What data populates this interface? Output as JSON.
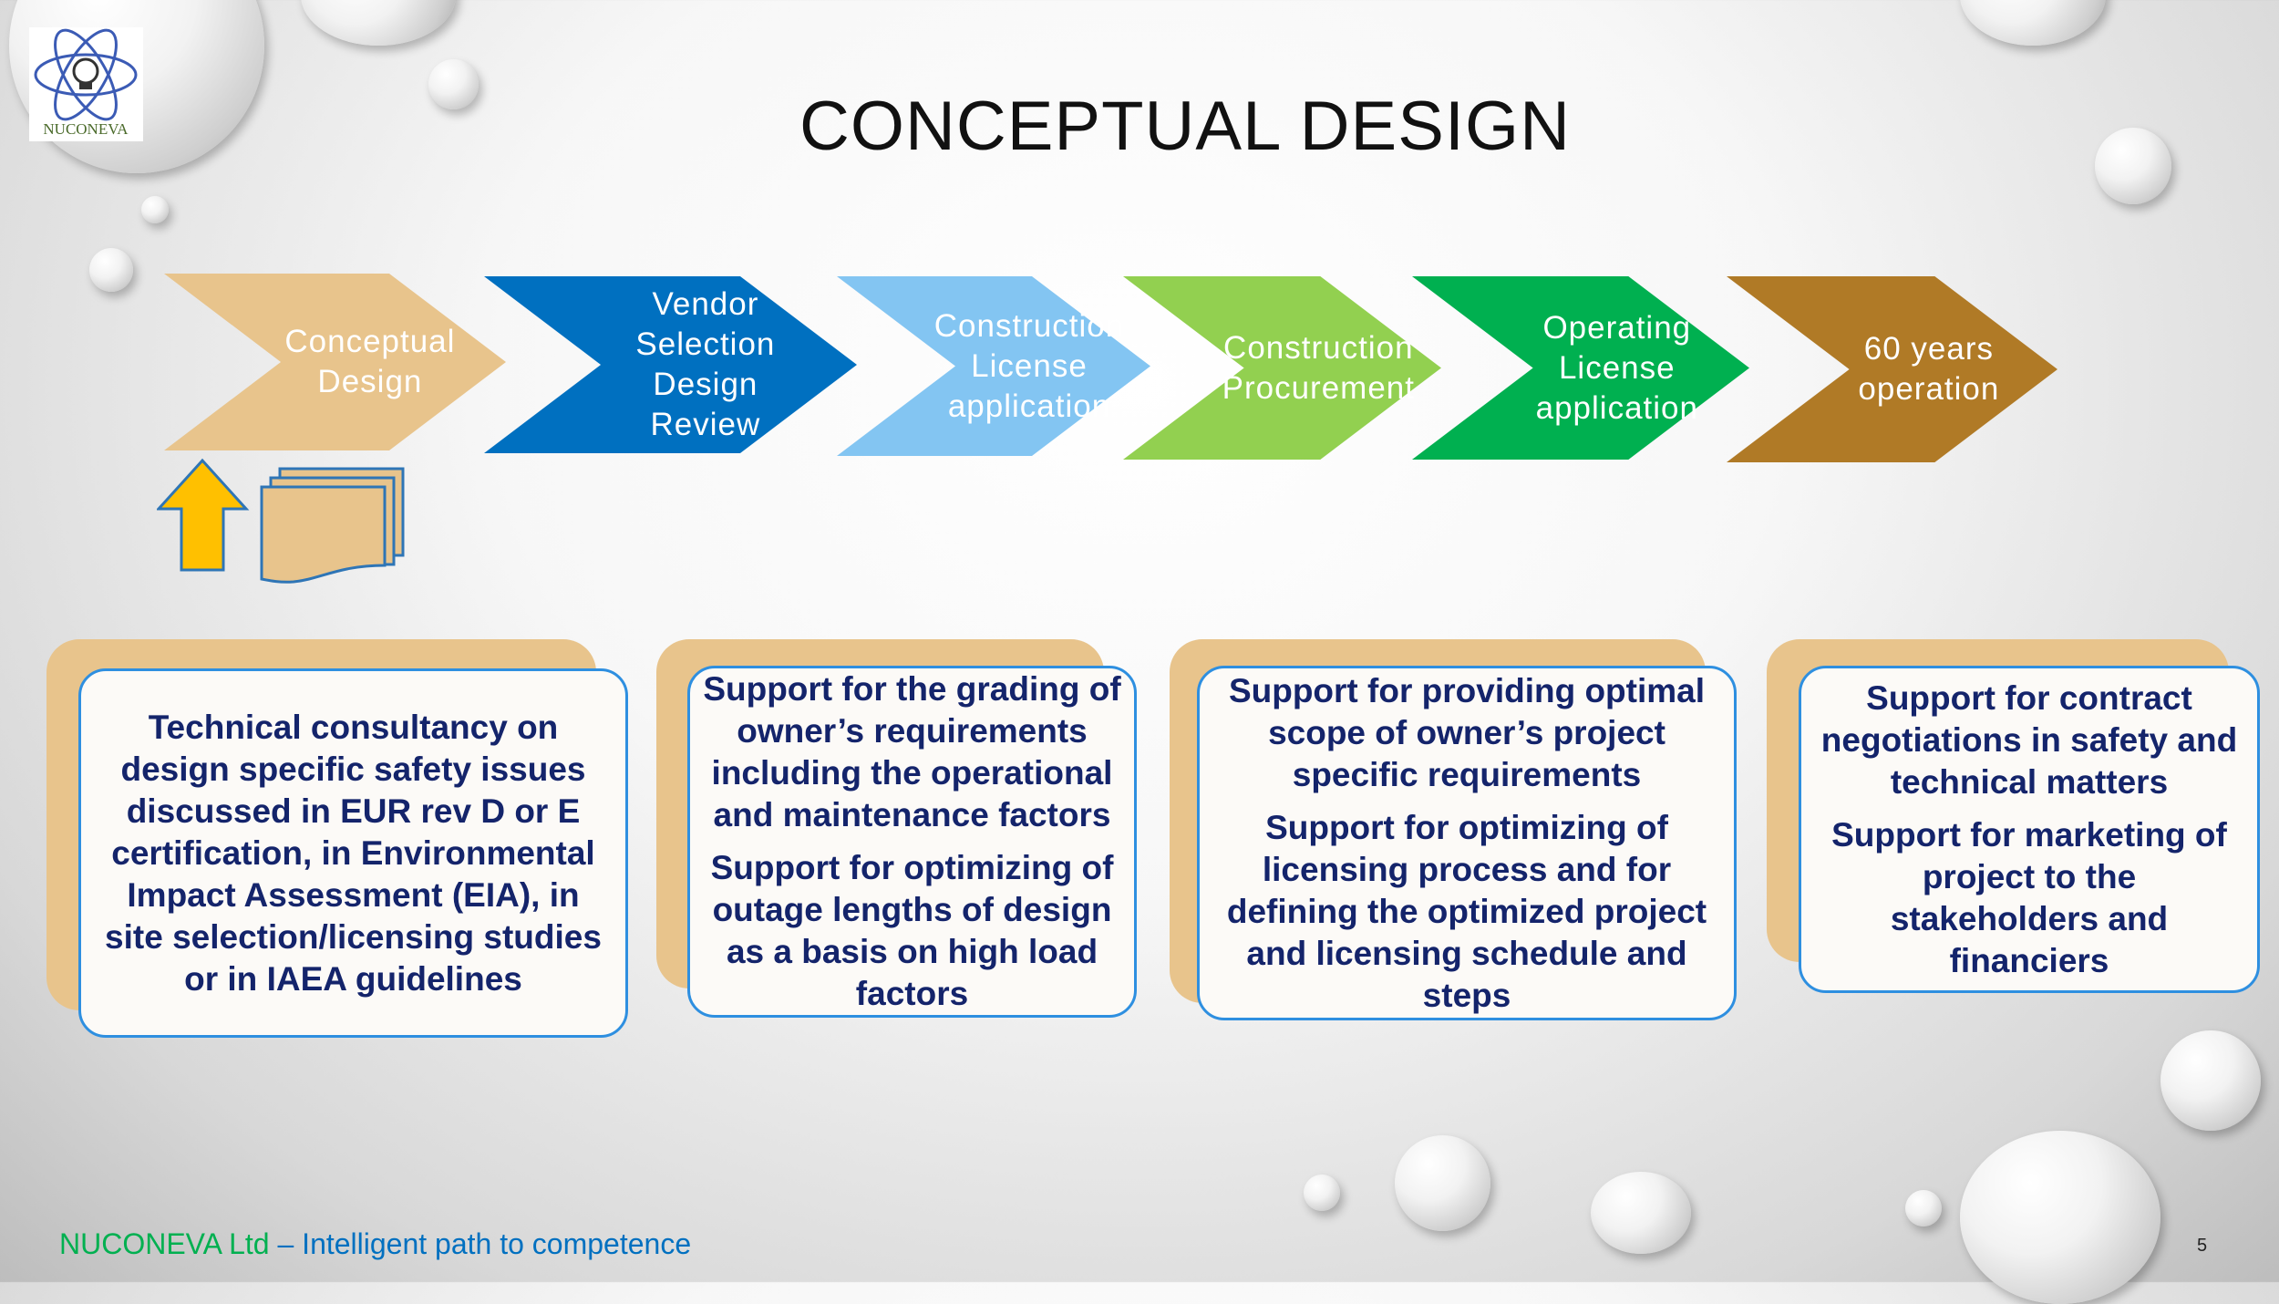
{
  "logo": {
    "text": "NUCONEVA"
  },
  "title": "CONCEPTUAL DESIGN",
  "process_steps": [
    {
      "lines": [
        "Conceptual",
        "Design"
      ],
      "color": "#e8c48c"
    },
    {
      "lines": [
        "Vendor",
        "Selection",
        "Design",
        "Review"
      ],
      "color": "#0070c0"
    },
    {
      "lines": [
        "Construction",
        "License",
        "application"
      ],
      "color": "#83c5f2"
    },
    {
      "lines": [
        "Construction",
        "Procurement"
      ],
      "color": "#92d050"
    },
    {
      "lines": [
        "Operating",
        "License",
        "application"
      ],
      "color": "#00b050"
    },
    {
      "lines": [
        "60 years",
        "operation"
      ],
      "color": "#b07a26"
    }
  ],
  "boxes": [
    {
      "paragraphs": [
        "Technical consultancy on design specific safety issues discussed in EUR rev D or E certification, in Environmental Impact Assessment (EIA), in site selection/licensing studies or in IAEA guidelines"
      ]
    },
    {
      "paragraphs": [
        "Support for the grading of owner’s requirements including the operational and maintenance factors",
        "Support for optimizing of outage lengths of design as a basis on high load factors"
      ]
    },
    {
      "paragraphs": [
        "Support for providing optimal scope of owner’s project specific requirements",
        "Support for optimizing of licensing process and for defining the optimized project and licensing schedule and steps"
      ]
    },
    {
      "paragraphs": [
        "Support for contract negotiations in safety and technical matters",
        "Support for marketing of project to the stakeholders and financiers"
      ]
    }
  ],
  "footer": {
    "company": "NUCONEVA Ltd",
    "separator": " – ",
    "tagline": "Intelligent path to competence",
    "company_color": "#00b050",
    "tagline_color": "#0070c0"
  },
  "page_number": "5"
}
